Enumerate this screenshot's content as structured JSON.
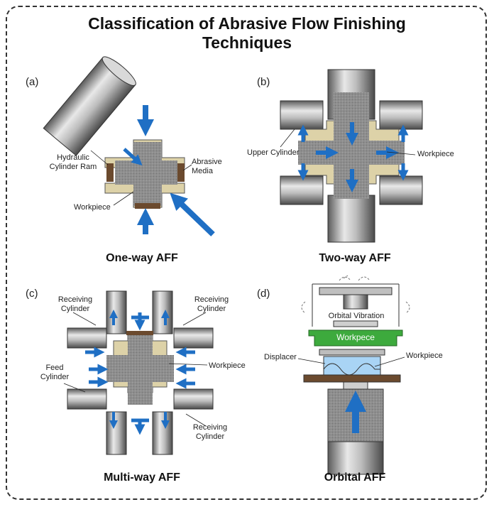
{
  "title_line1": "Classification of Abrasive Flow Finishing",
  "title_line2": "Techniques",
  "panels": {
    "a": {
      "letter": "(a)",
      "caption": "One-way AFF",
      "labels": {
        "ram_1": "Hydraulic",
        "ram_2": "Cylinder Ram",
        "media_1": "Abrasive",
        "media_2": "Media",
        "workpiece": "Workpiece"
      }
    },
    "b": {
      "letter": "(b)",
      "caption": "Two-way AFF",
      "labels": {
        "upper": "Upper Cylinder",
        "workpiece": "Workpiece"
      }
    },
    "c": {
      "letter": "(c)",
      "caption": "Multi-way AFF",
      "labels": {
        "recv_tl_1": "Receiving",
        "recv_tl_2": "Cylinder",
        "recv_tr_1": "Receiving",
        "recv_tr_2": "Cylinder",
        "feed_1": "Feed",
        "feed_2": "Cylinder",
        "workpiece": "Workpiece",
        "recv_br_1": "Receiving",
        "recv_br_2": "Cylinder"
      }
    },
    "d": {
      "letter": "(d)",
      "caption": "Orbital AFF",
      "labels": {
        "vibration": "Orbital Vibration",
        "block": "Workpece",
        "displacer": "Displacer",
        "workpiece": "Workpiece"
      }
    }
  },
  "colors": {
    "arrow": "#1f6fc4",
    "tan": "#ddd2a8",
    "media": "#8f8f8f",
    "brown": "#6b4a2e",
    "green": "#3daa3d",
    "blue_part": "#a9d4f5"
  }
}
